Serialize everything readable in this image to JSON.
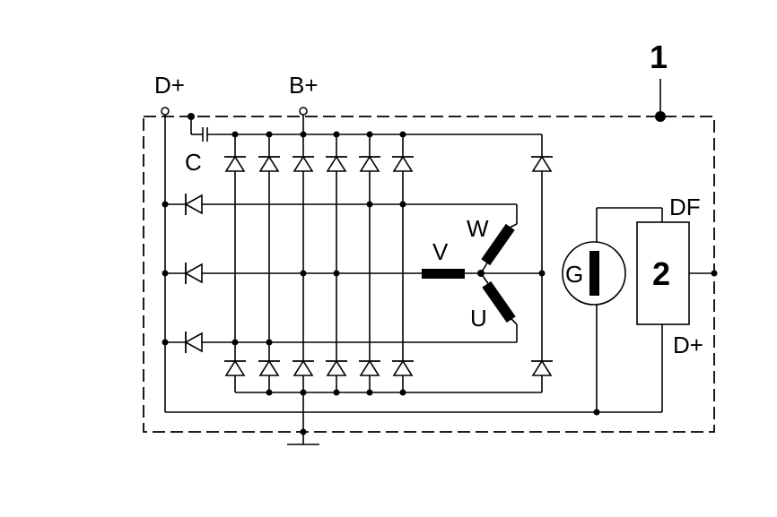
{
  "diagram": {
    "callout_number": "1",
    "labels": {
      "d_plus_top": "D+",
      "b_plus": "B+",
      "capacitor": "C",
      "phase_v": "V",
      "phase_w": "W",
      "phase_u": "U",
      "generator": "G",
      "df": "DF",
      "regulator_number": "2",
      "d_plus_right": "D+"
    }
  }
}
